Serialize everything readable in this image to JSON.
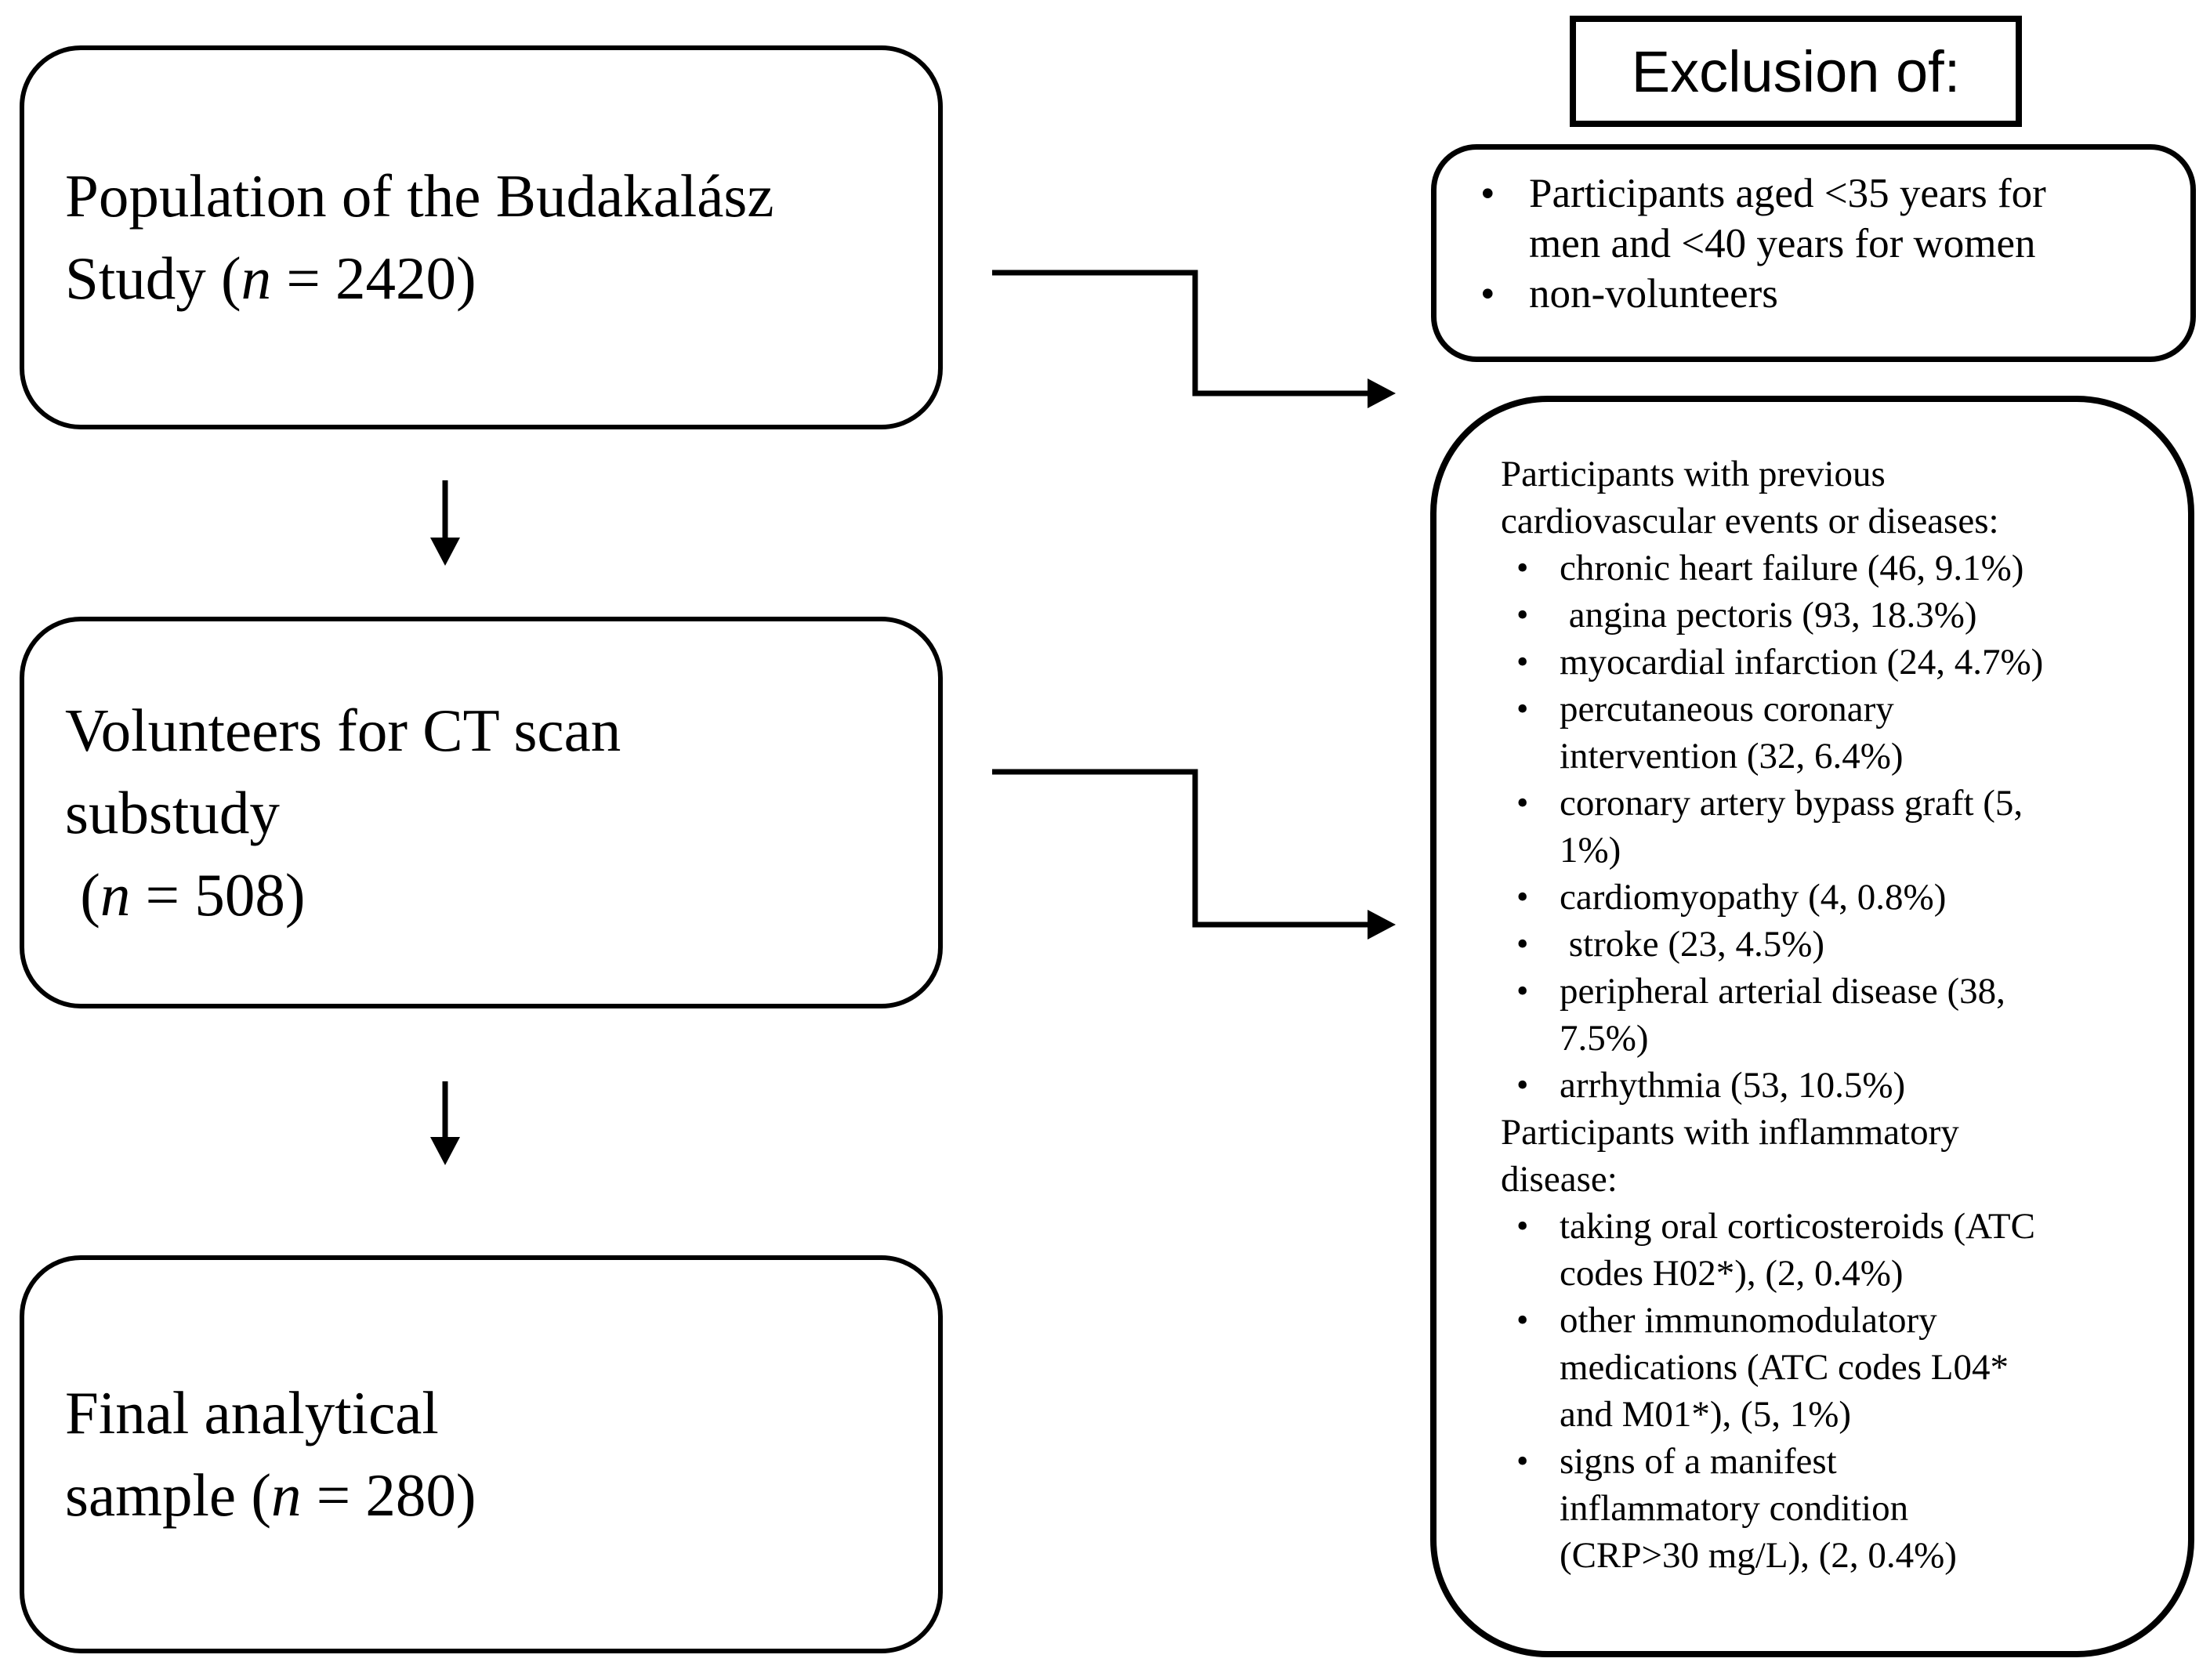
{
  "colors": {
    "ink": "#000000",
    "background": "#ffffff"
  },
  "exclusion_header": {
    "label": "Exclusion of:"
  },
  "flow_boxes": [
    {
      "id": "population",
      "lines": [
        "Population of the Budakalász",
        "Study (*n* = 2420)"
      ]
    },
    {
      "id": "ct-volunteers",
      "lines": [
        "Volunteers for CT scan",
        "substudy",
        " (*n* = 508)"
      ]
    },
    {
      "id": "final-sample",
      "lines": [
        "Final analytical",
        "sample (*n* = 280)"
      ]
    }
  ],
  "exclusion_box_1": {
    "bullets": [
      {
        "lines": [
          "Participants aged <35 years for",
          "men and <40 years for women"
        ]
      },
      {
        "lines": [
          "non-volunteers"
        ]
      }
    ]
  },
  "exclusion_box_2": {
    "blocks": [
      {
        "type": "para",
        "lines": [
          "Participants with previous",
          "cardiovascular events or diseases:"
        ]
      },
      {
        "type": "bullet",
        "lines": [
          "chronic heart failure (46, 9.1%)"
        ]
      },
      {
        "type": "bullet",
        "lines": [
          " angina pectoris (93, 18.3%)"
        ]
      },
      {
        "type": "bullet",
        "lines": [
          "myocardial infarction (24, 4.7%)"
        ]
      },
      {
        "type": "bullet",
        "lines": [
          "percutaneous coronary",
          "intervention (32, 6.4%)"
        ]
      },
      {
        "type": "bullet",
        "lines": [
          "coronary artery bypass graft (5,",
          "1%)"
        ]
      },
      {
        "type": "bullet",
        "lines": [
          "cardiomyopathy (4, 0.8%)"
        ]
      },
      {
        "type": "bullet",
        "lines": [
          " stroke (23, 4.5%)"
        ]
      },
      {
        "type": "bullet",
        "lines": [
          "peripheral arterial disease (38,",
          "7.5%)"
        ]
      },
      {
        "type": "bullet",
        "lines": [
          "arrhythmia (53, 10.5%)"
        ]
      },
      {
        "type": "para",
        "lines": [
          "Participants with inflammatory",
          "disease:"
        ]
      },
      {
        "type": "bullet",
        "lines": [
          "taking oral corticosteroids (ATC",
          "codes H02*), (2, 0.4%)"
        ]
      },
      {
        "type": "bullet",
        "lines": [
          "other immunomodulatory",
          "medications (ATC codes L04*",
          "and M01*), (5, 1%)"
        ]
      },
      {
        "type": "bullet",
        "lines": [
          "signs of a manifest",
          "inflammatory condition",
          "(CRP>30 mg/L), (2, 0.4%)"
        ]
      }
    ]
  },
  "connectors": [
    {
      "name": "population-to-volunteers",
      "type": "down-arrow"
    },
    {
      "name": "volunteers-to-final-sample",
      "type": "down-arrow"
    },
    {
      "name": "population-to-exclusion-box-1",
      "type": "elbow-right-arrow"
    },
    {
      "name": "volunteers-to-exclusion-box-2",
      "type": "elbow-right-arrow"
    }
  ]
}
